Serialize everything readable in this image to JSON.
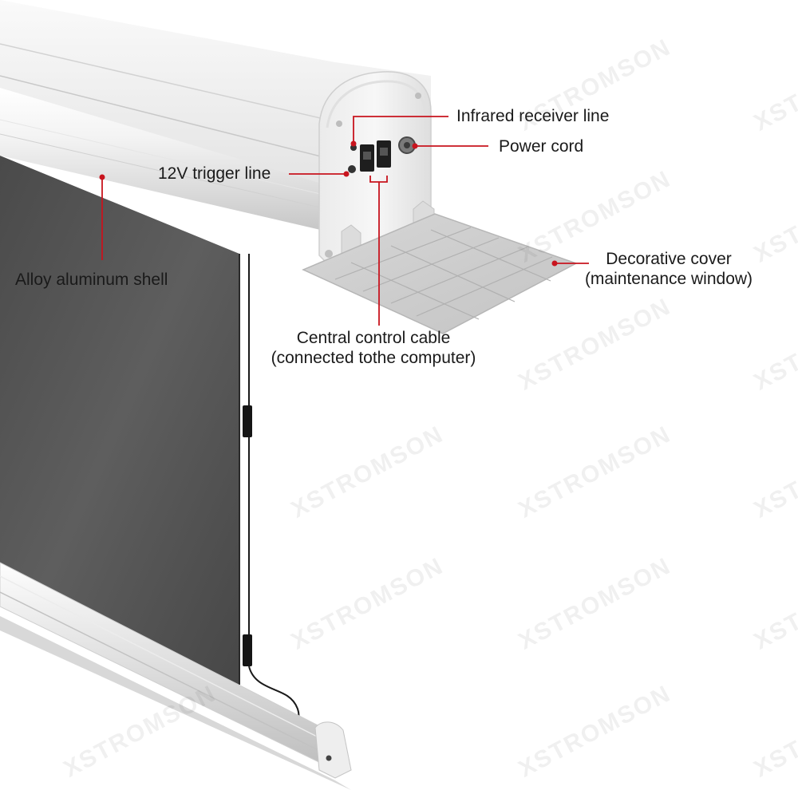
{
  "annotations": {
    "infrared": "Infrared receiver line",
    "power": "Power cord",
    "trigger": "12V trigger line",
    "shell": "Alloy aluminum shell",
    "cover_line1": "Decorative cover",
    "cover_line2": "(maintenance window)",
    "control_line1": "Central control cable",
    "control_line2": "(connected tothe computer)"
  },
  "watermark": "XSTROMSON",
  "colors": {
    "leader": "#c8141e",
    "screen": "#585858",
    "housing": "#f2f2f2",
    "border": "#111111"
  }
}
